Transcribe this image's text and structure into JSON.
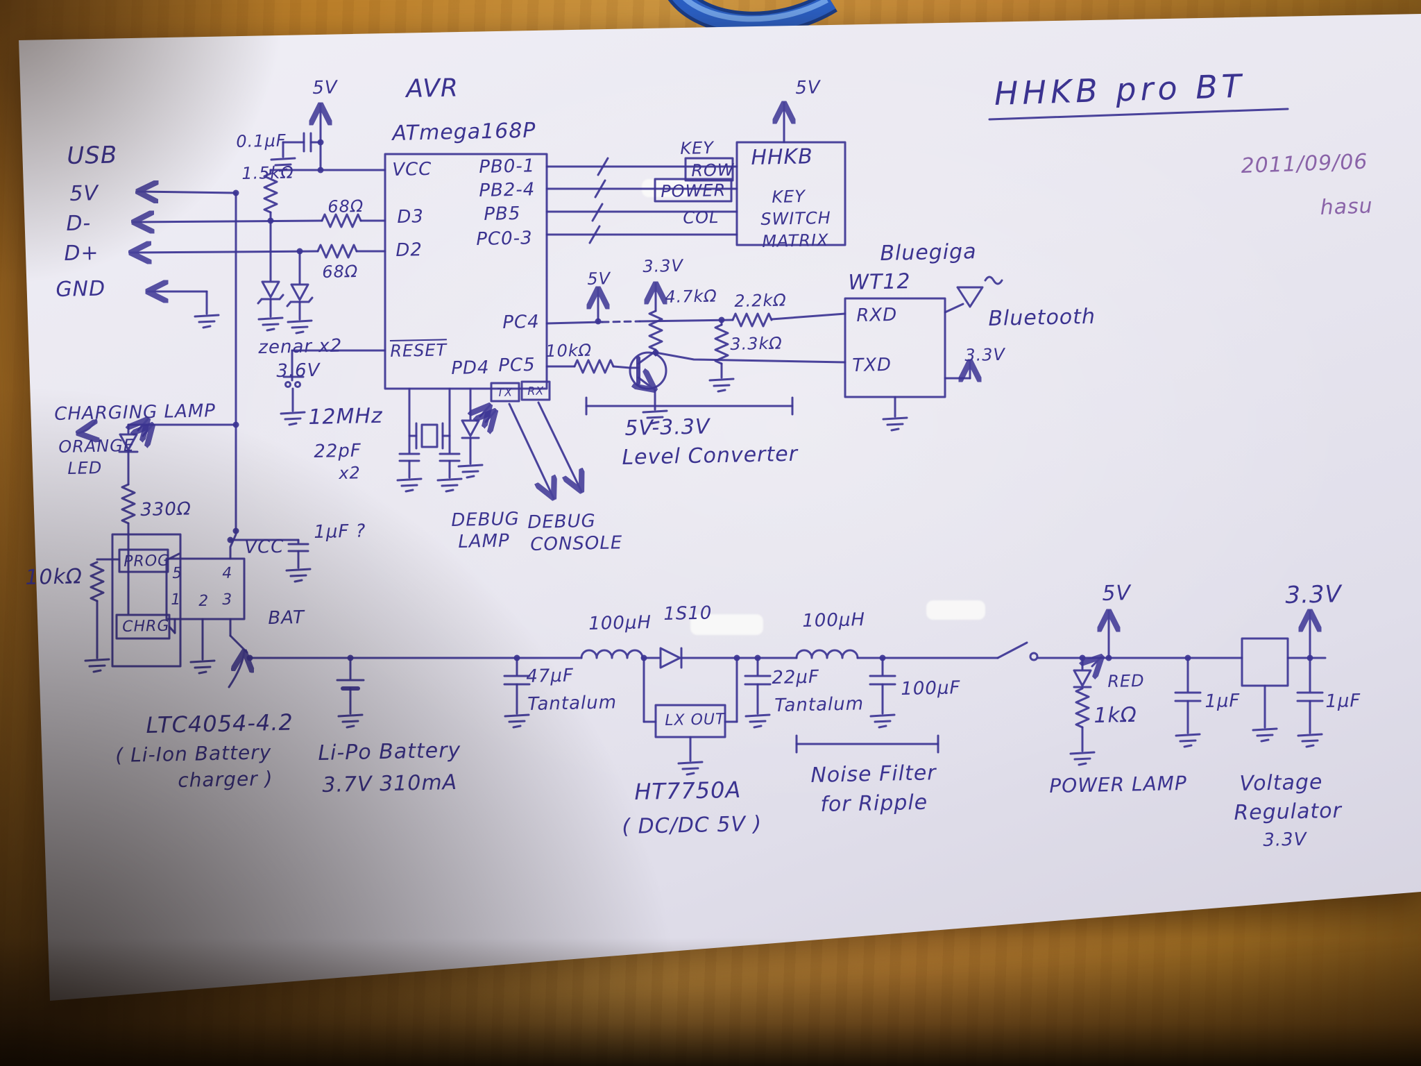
{
  "title": {
    "main": "HHKB pro BT",
    "date": "2011/09/06",
    "author": "hasu"
  },
  "usb": {
    "heading": "USB",
    "v5": "5V",
    "dminus": "D-",
    "dplus": "D+",
    "gnd": "GND"
  },
  "avr": {
    "heading": "AVR",
    "part": "ATmega168P",
    "v5": "5V",
    "c_bypass": "0.1µF",
    "r_pullup": "1.5kΩ",
    "r_dm": "68Ω",
    "r_dp": "68Ω",
    "zener": "zenar x2",
    "zener_v": "3.6V",
    "vcc": "VCC",
    "d3": "D3",
    "d2": "D2",
    "reset": "RESET",
    "pb01": "PB0-1",
    "pb24": "PB2-4",
    "pb5": "PB5",
    "pc03": "PC0-3",
    "pc4": "PC4",
    "pc5": "PC5",
    "pd4": "PD4",
    "xtal": "12MHz",
    "c_xtal": "22pF",
    "c_xtal_qty": "x2"
  },
  "matrix": {
    "v5": "5V",
    "name": "HHKB",
    "line1": "KEY",
    "line2": "SWITCH",
    "line3": "MATRIX",
    "sig_key": "KEY",
    "sig_row": "ROW",
    "sig_power": "POWER",
    "sig_col": "COL"
  },
  "bt": {
    "brand": "Bluegiga",
    "part": "WT12",
    "rxd": "RXD",
    "txd": "TXD",
    "antenna": "Bluetooth",
    "v33": "3.3V"
  },
  "level": {
    "v5": "5V",
    "v33": "3.3V",
    "r_47k": "4.7kΩ",
    "r_22k": "2.2kΩ",
    "r_33k": "3.3kΩ",
    "r_10k": "10kΩ",
    "cap1": "5V-3.3V",
    "cap2": "Level Converter"
  },
  "debug": {
    "tx": "TX",
    "rx": "RX",
    "lamp1": "DEBUG",
    "lamp2": "LAMP",
    "con1": "DEBUG",
    "con2": "CONSOLE"
  },
  "charger": {
    "lamp": "CHARGING LAMP",
    "orange": "ORANGE",
    "led": "LED",
    "r330": "330Ω",
    "r10k": "10kΩ",
    "prog": "PROG",
    "chrg": "CHRG",
    "vcc": "VCC",
    "bat": "BAT",
    "pin1": "1",
    "pin2": "2",
    "pin3": "3",
    "pin4": "4",
    "pin5": "5",
    "cap": "1µF ?",
    "part": "LTC4054-4.2",
    "desc1": "( Li-Ion Battery",
    "desc2": "charger )"
  },
  "battery": {
    "line1": "Li-Po Battery",
    "line2": "3.7V 310mA"
  },
  "dcdc": {
    "l1": "100µH",
    "d1": "1S10",
    "l2": "100µH",
    "c47": "47µF",
    "c47t": "Tantalum",
    "c22": "22µF",
    "c22t": "Tantalum",
    "c100": "100µF",
    "lxout": "LX OUT",
    "part": "HT7750A",
    "desc": "( DC/DC 5V )",
    "nf1": "Noise Filter",
    "nf2": "for Ripple"
  },
  "out": {
    "v5": "5V",
    "red": "RED",
    "r1k": "1kΩ",
    "lamp": "POWER LAMP",
    "c1": "1µF",
    "c2": "1µF",
    "v33": "3.3V",
    "reg1": "Voltage",
    "reg2": "Regulator",
    "reg3": "3.3V"
  }
}
